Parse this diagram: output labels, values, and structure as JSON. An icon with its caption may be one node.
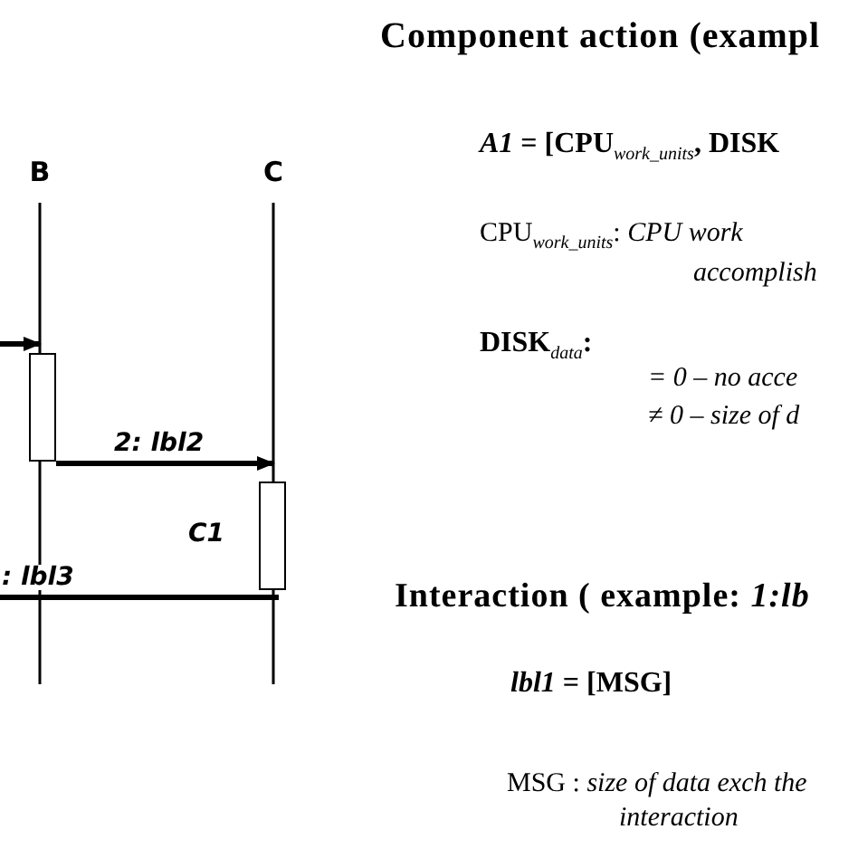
{
  "diagram": {
    "nodes": [
      {
        "text": [
          "B"
        ]
      },
      {
        "text": [
          "C"
        ]
      },
      {
        "text": [],
        "shape": "box"
      },
      {
        "text": [],
        "shape": "box",
        "beside": [
          "C1"
        ]
      }
    ],
    "edges": [
      {
        "from": null,
        "to": 2,
        "arrow": "to"
      },
      {
        "from": 2,
        "to": 3,
        "arrow": "to",
        "label": "2: lbl2"
      },
      {
        "from": 3,
        "to": null,
        "arrow": "none",
        "label": ": lbl3"
      }
    ],
    "labels": [
      "Component action (exampl",
      "*A1* = [CPU$_{work_units}$, DISK",
      "CPU$_{work_units}$: *CPU work accomplish*",
      "DISK$_{data}$:",
      "= 0 – no acce",
      "≠ 0 – size of d",
      "Interaction ( example: *1:lb*",
      "*lbl1* = [MSG]",
      "MSG : *size of data exch the interaction*"
    ]
  }
}
